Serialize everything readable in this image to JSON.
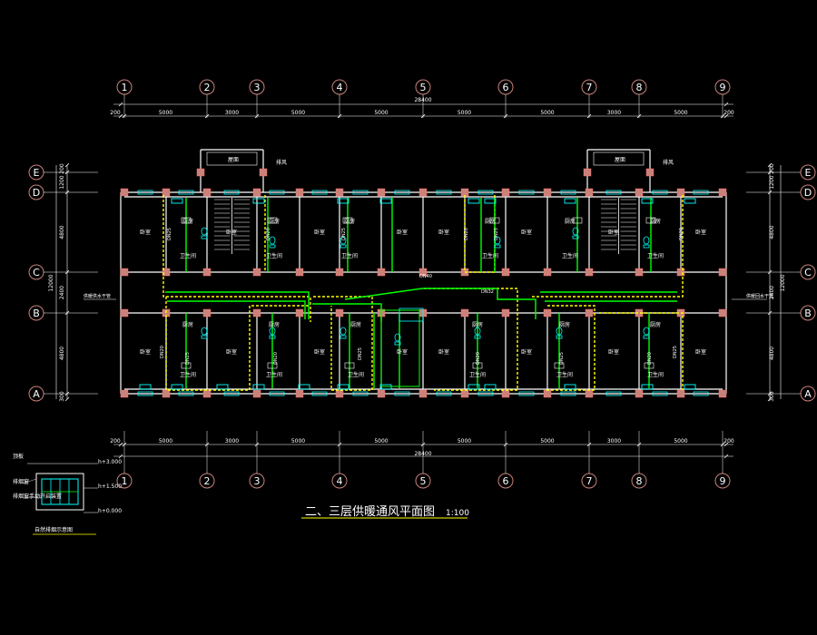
{
  "title": {
    "text": "二、三层供暖通风平面图",
    "scale": "1:100"
  },
  "grid_axes": {
    "columns": [
      "1",
      "2",
      "3",
      "4",
      "5",
      "6",
      "7",
      "8",
      "9"
    ],
    "rows": [
      "E",
      "D",
      "C",
      "B",
      "A"
    ]
  },
  "dimensions": {
    "total_width": "28400",
    "bay_widths": [
      "5000",
      "3000",
      "5000",
      "5000",
      "5000",
      "5000",
      "3000",
      "5000"
    ],
    "edge_offset": "200",
    "left_vertical": [
      "200",
      "1200",
      "4800",
      "2400",
      "4800",
      "300"
    ],
    "left_total": "12000",
    "right_vertical": [
      "200",
      "1200",
      "4800",
      "2400",
      "4800",
      "300"
    ],
    "right_total": "12000"
  },
  "rooms": {
    "bedroom": "卧室",
    "bathroom": "卫生间",
    "kitchen": "厨房",
    "stair_top": "屋面"
  },
  "pipe_labels": {
    "riser_a": "DN25",
    "riser_b": "DN20",
    "main": "DN32",
    "main_center": "DN40",
    "label_left": "供暖供水干管",
    "label_right": "供暖回水干管"
  },
  "notes": {
    "stair_note_left": "排风",
    "stair_note_right": "排风"
  },
  "legend_detail": {
    "title": "自然排烟示意图",
    "levels": [
      "h+3.000",
      "h+1.500",
      "h+0.000"
    ],
    "callouts": [
      "顶板",
      "排烟窗",
      "排烟窗手动开启装置"
    ]
  },
  "colors": {
    "wall": "#ffffff",
    "column": "#c9827a",
    "supply_pipe": "#00ff00",
    "return_pipe": "#ffff00",
    "title_underline": "#ffff00",
    "fixture": "#00ffff",
    "grid_bubble": "#c9827a"
  },
  "icons": {
    "grid_bubble": "circle-grid-bubble-icon",
    "radiator": "radiator-icon",
    "stair": "stair-icon"
  }
}
